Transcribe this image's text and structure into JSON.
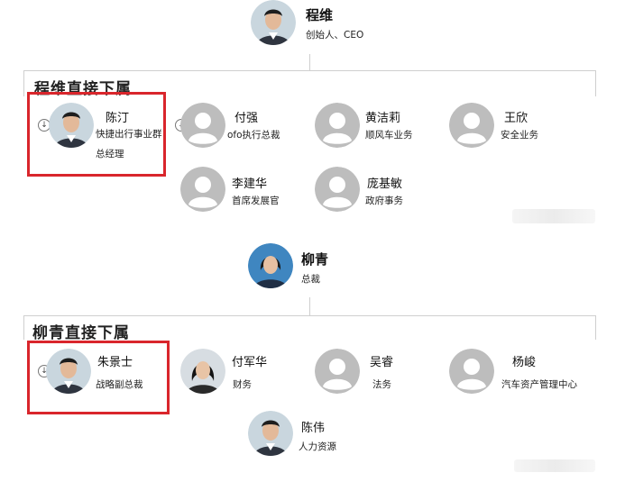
{
  "top": {
    "name": "程维",
    "role": "创始人、CEO"
  },
  "section1": {
    "title": "程维直接下属",
    "people": [
      {
        "name": "陈汀",
        "role": "快捷出行事业群",
        "role2": "总经理",
        "photo": true
      },
      {
        "name": "付强",
        "role": "ofo执行总裁",
        "photo": false
      },
      {
        "name": "黄洁莉",
        "role": "顺风车业务",
        "photo": false
      },
      {
        "name": "王欣",
        "role": "安全业务",
        "photo": false
      },
      {
        "name": "李建华",
        "role": "首席发展官",
        "photo": false
      },
      {
        "name": "庞基敏",
        "role": "政府事务",
        "photo": false
      }
    ]
  },
  "mid": {
    "name": "柳青",
    "role": "总裁"
  },
  "section2": {
    "title": "柳青直接下属",
    "people": [
      {
        "name": "朱景士",
        "role": "战略副总裁",
        "photo": true
      },
      {
        "name": "付军华",
        "role": "财务",
        "photo": true
      },
      {
        "name": "吴睿",
        "role": "法务",
        "photo": false
      },
      {
        "name": "杨峻",
        "role": "汽车资产管理中心",
        "photo": false
      },
      {
        "name": "陈伟",
        "role": "人力资源",
        "photo": true
      }
    ]
  },
  "colors": {
    "highlight": "#d9262c",
    "line": "#cfcfcf",
    "placeholder": "#bdbdbd"
  }
}
